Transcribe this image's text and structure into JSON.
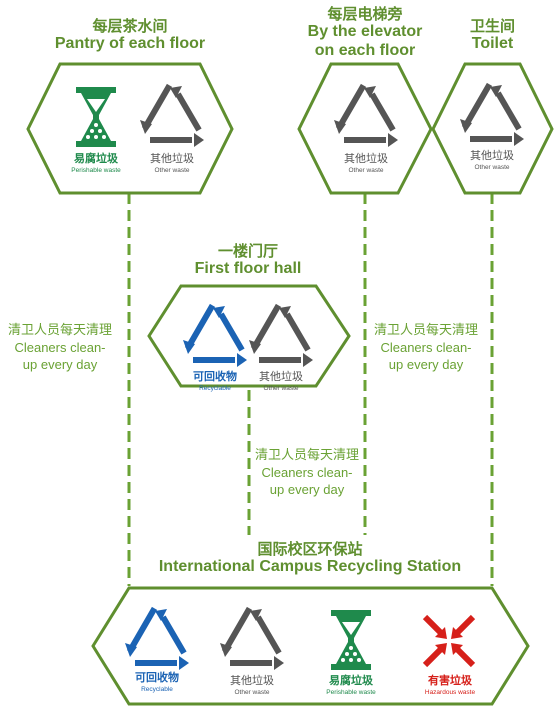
{
  "colors": {
    "line_green": "#5f8f2f",
    "text_green": "#5f8f2f",
    "perishable_green": "#1f8a4c",
    "other_grey": "#555555",
    "recyclable_blue": "#1b63b4",
    "hazardous_red": "#d6201a"
  },
  "locations": {
    "pantry": {
      "cn": "每层茶水间",
      "en": "Pantry of each floor"
    },
    "elevator": {
      "cn": "每层电梯旁",
      "en_line1": "By the elevator",
      "en_line2": "on each floor"
    },
    "toilet": {
      "cn": "卫生间",
      "en": "Toilet"
    },
    "hall": {
      "cn": "一楼门厅",
      "en": "First floor hall"
    },
    "station": {
      "cn": "国际校区环保站",
      "en": "International Campus Recycling Station"
    }
  },
  "waste_types": {
    "perishable": {
      "cn": "易腐垃圾",
      "en": "Perishable waste",
      "icon": "hourglass-icon"
    },
    "other": {
      "cn": "其他垃圾",
      "en": "Other waste",
      "icon": "recycle-triangle-icon"
    },
    "recyclable": {
      "cn": "可回收物",
      "en": "Recyclable",
      "icon": "recycle-triangle-icon"
    },
    "hazardous": {
      "cn": "有害垃圾",
      "en": "Hazardous waste",
      "icon": "inward-arrows-icon"
    }
  },
  "cleaning_note": {
    "cn": "清卫人员每天清理",
    "en_line1": "Cleaners clean-",
    "en_line2": "up every day"
  }
}
